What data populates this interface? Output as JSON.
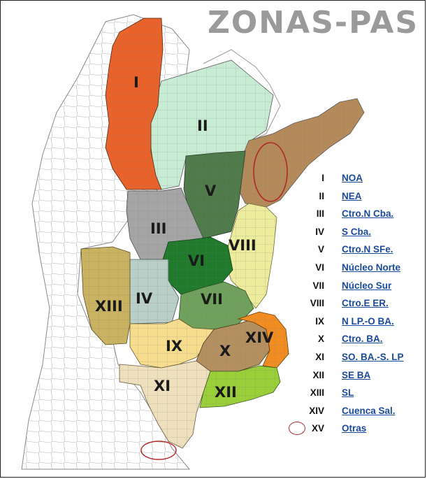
{
  "title": "ZONAS-PAS",
  "map": {
    "zone_labels": [
      "I",
      "II",
      "III",
      "IV",
      "V",
      "VI",
      "VII",
      "VIII",
      "IX",
      "X",
      "XI",
      "XII",
      "XIII",
      "XIV"
    ],
    "colors": {
      "I": "#e8622a",
      "II": "#c8ecd3",
      "III": "#a5a5a5",
      "IV": "#b9cfc8",
      "V": "#4f7a4a",
      "VI": "#1f7a2c",
      "VII": "#6fa05c",
      "VIII": "#ecec9c",
      "IX": "#f6dd8e",
      "X": "#b49060",
      "XI": "#eedfbd",
      "XII": "#9bcf3a",
      "XIII": "#c9b261",
      "XIV": "#f08c20",
      "NEA_brown": "#b48a5a",
      "outline": "#777777",
      "circle": "#b12a2a"
    }
  },
  "legend": {
    "items": [
      {
        "num": "I",
        "label": "NOA"
      },
      {
        "num": "II",
        "label": "NEA"
      },
      {
        "num": "III",
        "label": "Ctro.N Cba."
      },
      {
        "num": "IV",
        "label": "S Cba."
      },
      {
        "num": "V",
        "label": "Ctro.N SFe."
      },
      {
        "num": "VI",
        "label": "Núcleo Norte"
      },
      {
        "num": "VII",
        "label": "Núcleo Sur"
      },
      {
        "num": "VIII",
        "label": "Ctro.E ER."
      },
      {
        "num": "IX",
        "label": "N LP.-O BA."
      },
      {
        "num": "X",
        "label": "Ctro. BA."
      },
      {
        "num": "XI",
        "label": "SO. BA.-S. LP"
      },
      {
        "num": "XII",
        "label": "SE BA"
      },
      {
        "num": "XIII",
        "label": "SL"
      },
      {
        "num": "XIV",
        "label": "Cuenca Sal."
      },
      {
        "num": "XV",
        "label": "Otras"
      }
    ]
  }
}
